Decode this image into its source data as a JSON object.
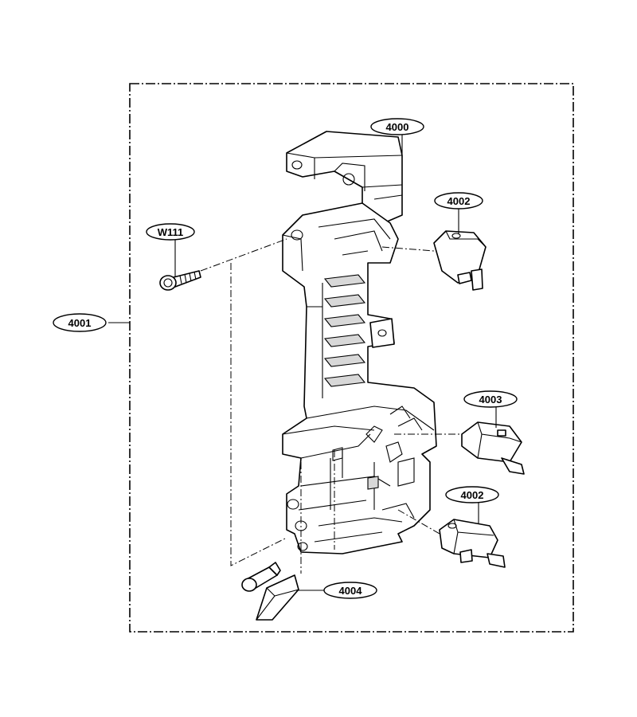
{
  "labels": {
    "main_bracket": "4000",
    "assembly": "4001",
    "switch_upper": "4002",
    "switch_middle": "4003",
    "switch_lower": "4002",
    "lever": "4004",
    "screw": "W111"
  }
}
